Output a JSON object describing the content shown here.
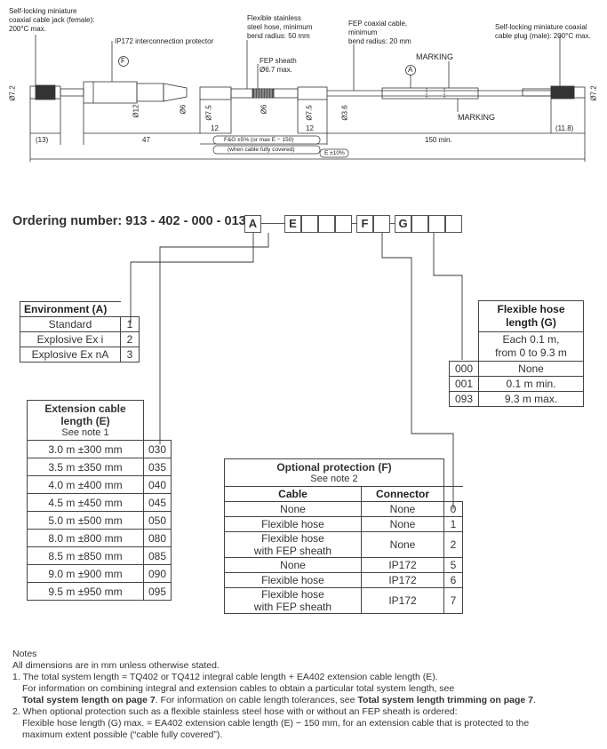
{
  "drawing": {
    "jack_label": "Self-locking miniature\ncoaxial cable jack (female):\n200°C max.",
    "ip172_label": "IP172 interconnection protector",
    "hose_label": "Flexible stainless\nsteel hose, minimum\nbend radius: 50 mm",
    "fep_sheath_label": "FEP sheath\nØ6.7 max.",
    "fep_cable_label": "FEP coaxial cable,\nminimum\nbend radius: 20 mm",
    "plug_label": "Self-locking miniature coaxial\ncable plug (male): 200°C max.",
    "marking_top": "MARKING",
    "marking_bottom": "MARKING",
    "marker_f": "F",
    "marker_a": "A",
    "dia_72_left": "Ø7.2",
    "dia_12": "Ø12",
    "dia_6a": "Ø6",
    "dia_75a": "Ø7.5",
    "dia_6b": "Ø6",
    "dia_75b": "Ø7.5",
    "dia_36": "Ø3.6",
    "dia_72_right": "Ø7.2",
    "dim_13": "(13)",
    "dim_47": "47",
    "dim_12a": "12",
    "dim_12b": "12",
    "dim_fg": "F&G ±5% (or max E − 150)",
    "dim_fg_note": "(when cable fully covered)",
    "dim_e": "E ±10%",
    "dim_150": "150 min.",
    "dim_118": "(11.8)"
  },
  "ordering": {
    "label": "Ordering number: 913 - 402 - 000 - 013 -",
    "box_a": "A",
    "box_e": "E",
    "box_f": "F",
    "box_g": "G"
  },
  "environment": {
    "title": "Environment (A)",
    "rows": [
      {
        "label": "Standard",
        "code": "1"
      },
      {
        "label": "Explosive Ex i",
        "code": "2"
      },
      {
        "label": "Explosive Ex nA",
        "code": "3"
      }
    ]
  },
  "flexible_hose": {
    "title": "Flexible hose\nlength (G)",
    "desc": "Each 0.1 m,\nfrom 0 to 9.3 m",
    "rows": [
      {
        "code": "000",
        "label": "None"
      },
      {
        "code": "001",
        "label": "0.1 m min."
      },
      {
        "code": "093",
        "label": "9.3 m max."
      }
    ]
  },
  "extension": {
    "title": "Extension cable\nlength (E)",
    "note": "See note 1",
    "rows": [
      {
        "label": "3.0 m ±300 mm",
        "code": "030"
      },
      {
        "label": "3.5 m ±350 mm",
        "code": "035"
      },
      {
        "label": "4.0 m ±400 mm",
        "code": "040"
      },
      {
        "label": "4.5 m ±450 mm",
        "code": "045"
      },
      {
        "label": "5.0 m ±500 mm",
        "code": "050"
      },
      {
        "label": "8.0 m ±800 mm",
        "code": "080"
      },
      {
        "label": "8.5 m ±850 mm",
        "code": "085"
      },
      {
        "label": "9.0 m ±900 mm",
        "code": "090"
      },
      {
        "label": "9.5 m ±950 mm",
        "code": "095"
      }
    ]
  },
  "protection": {
    "title": "Optional protection (F)",
    "note": "See note 2",
    "col_cable": "Cable",
    "col_connector": "Connector",
    "rows": [
      {
        "cable": "None",
        "connector": "None",
        "code": "0"
      },
      {
        "cable": "Flexible hose",
        "connector": "None",
        "code": "1"
      },
      {
        "cable": "Flexible hose\nwith FEP sheath",
        "connector": "None",
        "code": "2"
      },
      {
        "cable": "None",
        "connector": "IP172",
        "code": "5"
      },
      {
        "cable": "Flexible hose",
        "connector": "IP172",
        "code": "6"
      },
      {
        "cable": "Flexible hose\nwith FEP sheath",
        "connector": "IP172",
        "code": "7"
      }
    ]
  },
  "notes": {
    "heading": "Notes",
    "line0": "All dimensions are in mm unless otherwise stated.",
    "n1a": "1. The total system length = TQ402 or TQ412 integral cable length + EA402 extension cable length (E).",
    "n1b": "For information on combining integral and extension cables to obtain a particular total system length, see",
    "n1c_bold": "Total system length on page 7",
    "n1c_rest": ". For information on cable length tolerances, see ",
    "n1c_bold2": "Total system length trimming on page 7",
    "n1c_end": ".",
    "n2a": "2. When optional protection such as a flexible stainless steel hose with or without an FEP sheath is ordered:",
    "n2b": "Flexible hose length (G) max. = EA402 extension cable length (E) − 150 mm, for an extension cable that is protected to the",
    "n2c": "maximum extent possible (“cable fully covered”)."
  }
}
